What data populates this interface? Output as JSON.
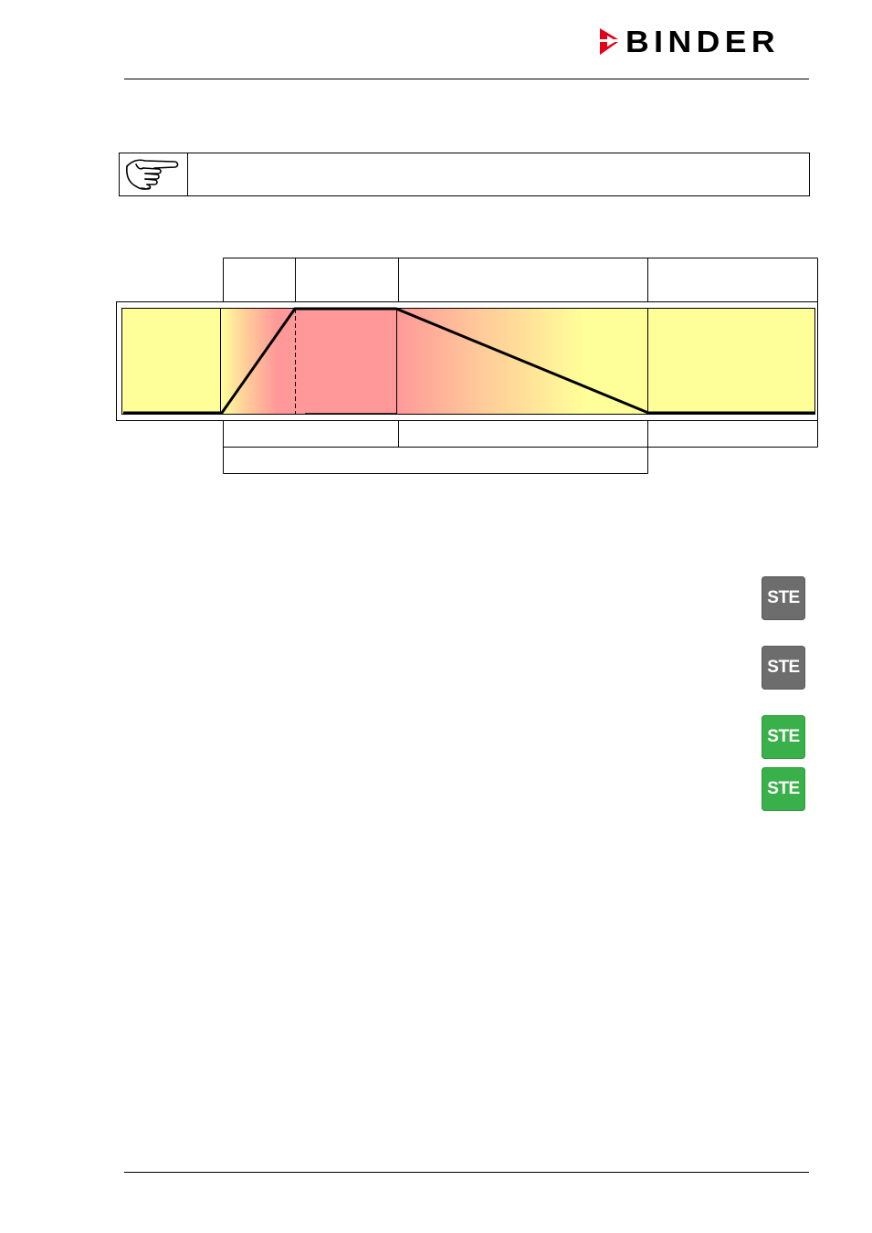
{
  "header": {
    "brand": "BINDER",
    "brand_colors": {
      "arrows": "#e2001a",
      "text": "#000000"
    }
  },
  "note": {
    "icon": "pointing-hand-icon",
    "text": ""
  },
  "diagram": {
    "colors": {
      "neutral": "#ffff99",
      "heated": "#ff9999",
      "line": "#000000"
    }
  },
  "keys": [
    {
      "label": "STE",
      "state": "inactive",
      "color": "#6d6d6d"
    },
    {
      "label": "STE",
      "state": "inactive",
      "color": "#6d6d6d"
    },
    {
      "label": "STE",
      "state": "active",
      "color": "#3ab04a"
    },
    {
      "label": "STE",
      "state": "active",
      "color": "#3ab04a"
    }
  ]
}
